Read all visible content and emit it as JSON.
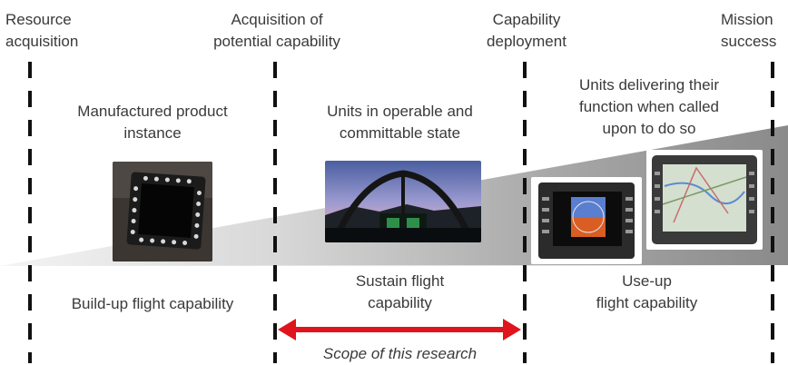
{
  "milestones": [
    {
      "line1": "Resource",
      "line2": "acquisition"
    },
    {
      "line1": "Acquisition of",
      "line2": "potential capability"
    },
    {
      "line1": "Capability",
      "line2": "deployment"
    },
    {
      "line1": "Mission",
      "line2": "success"
    }
  ],
  "stage_top": [
    {
      "line1": "Manufactured product",
      "line2": "instance"
    },
    {
      "line1": "Units in operable and",
      "line2": "committable state"
    },
    {
      "line1": "Units delivering their",
      "line2": "function when called",
      "line3": "upon to do so"
    }
  ],
  "stage_bottom": [
    {
      "line1": "Build-up flight capability"
    },
    {
      "line1": "Sustain flight",
      "line2": "capability"
    },
    {
      "line1": "Use-up",
      "line2": "flight capability"
    }
  ],
  "scope_label": "Scope of this research",
  "colors": {
    "wedge_light": "#f2f2f2",
    "wedge_dark": "#8c8c8c",
    "arrow": "#e0141c",
    "dashed_line": "#111111",
    "text": "#3a3a3a"
  },
  "images": [
    {
      "name": "product-display-photo"
    },
    {
      "name": "cockpit-photo"
    },
    {
      "name": "cockpit-display-photo-1"
    },
    {
      "name": "cockpit-display-photo-2"
    }
  ]
}
